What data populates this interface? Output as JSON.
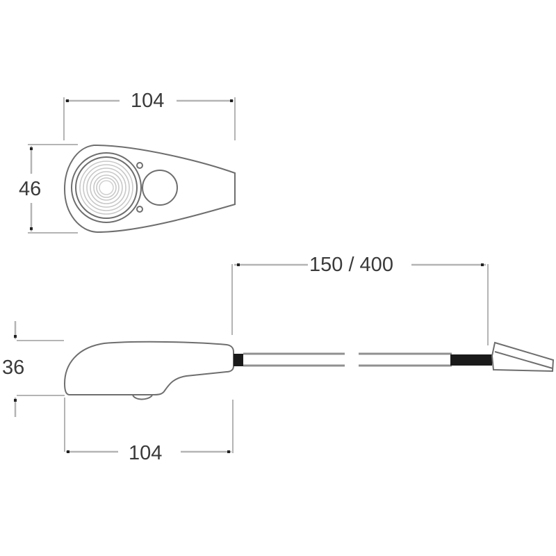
{
  "drawing": {
    "subject": "Marker lamp with cable",
    "top_view": {
      "width_label": "104",
      "height_label": "46"
    },
    "side_view": {
      "cable_length_label": "150 / 400",
      "height_label": "36",
      "width_label": "104"
    },
    "colors": {
      "outline": "#6e6e6e",
      "dimension_line": "#b4b4b4",
      "text": "#3a3a3a",
      "cable_sleeve": "#1a1a1a"
    }
  }
}
